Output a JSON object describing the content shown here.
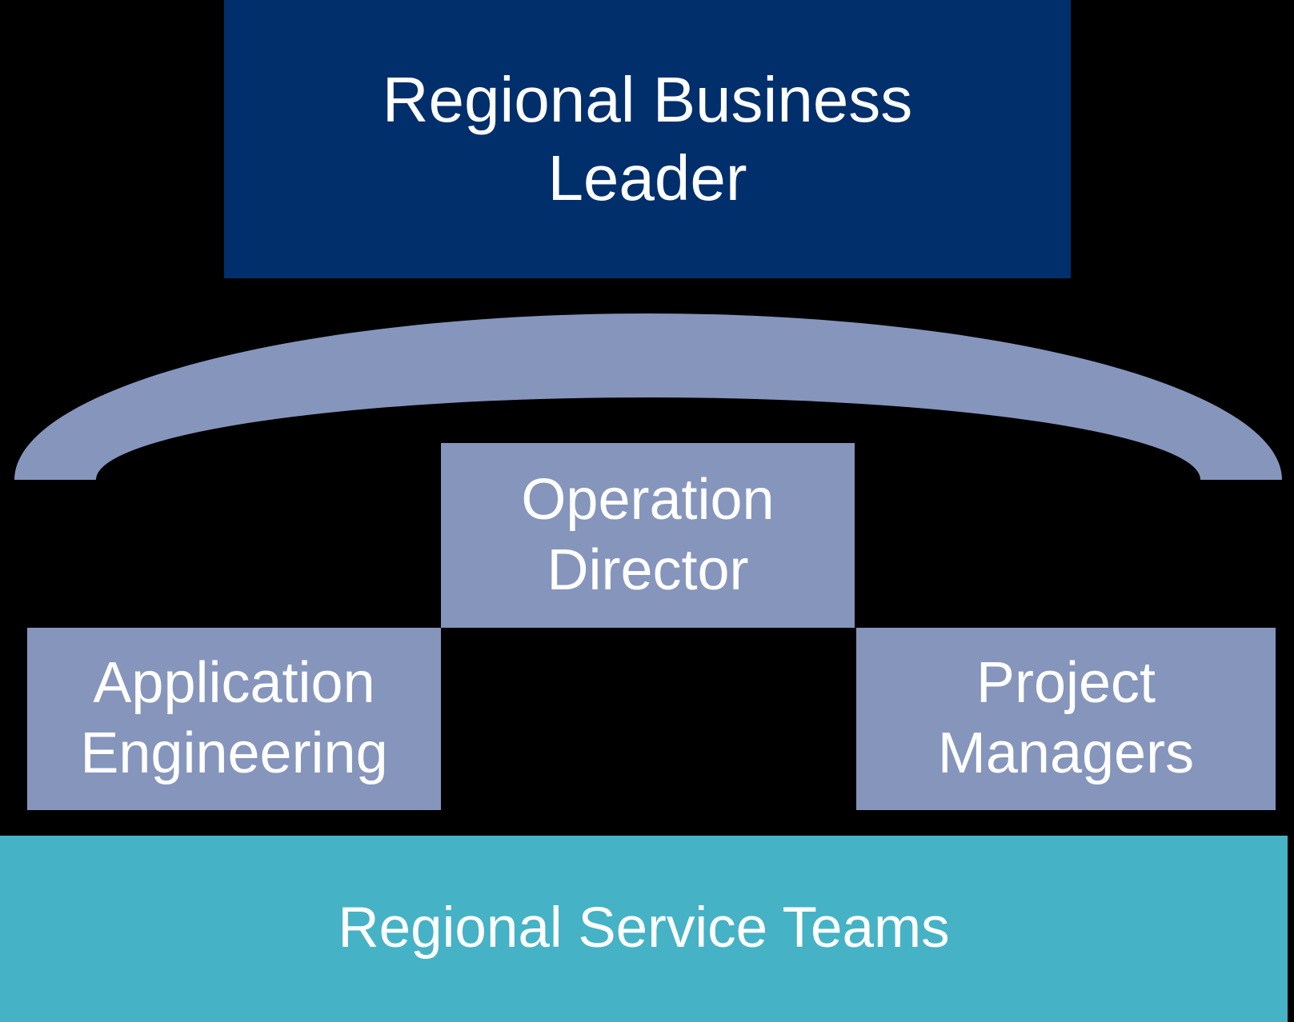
{
  "colors": {
    "navy": "#002F6C",
    "slate": "#8695BC",
    "teal": "#45B2C6",
    "text": "#FFFFFF",
    "background": "#000000"
  },
  "diagram": {
    "top_box": {
      "label": "Regional Business\nLeader"
    },
    "middle_box": {
      "label": "Operation\nDirector"
    },
    "left_box": {
      "label": "Application\nEngineering"
    },
    "right_box": {
      "label": "Project\nManagers"
    },
    "bottom_band": {
      "label": "Regional Service Teams"
    }
  }
}
